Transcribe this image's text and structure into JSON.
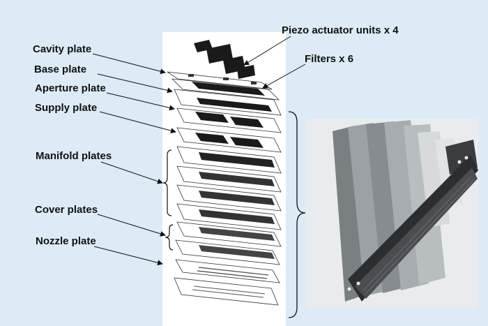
{
  "labels": {
    "cavity_plate": "Cavity plate",
    "base_plate": "Base plate",
    "aperture_plate": "Aperture plate",
    "supply_plate": "Supply plate",
    "manifold_plates": "Manifold plates",
    "cover_plates": "Cover plates",
    "nozzle_plate": "Nozzle plate",
    "piezo_units": "Piezo actuator units x 4",
    "filters": "Filters x 6"
  },
  "colors": {
    "background": "#dcebf5",
    "panel": "#ffffff",
    "ink": "#111111",
    "plate_dark": "#1a1a1a",
    "metal": "#8f9598"
  }
}
